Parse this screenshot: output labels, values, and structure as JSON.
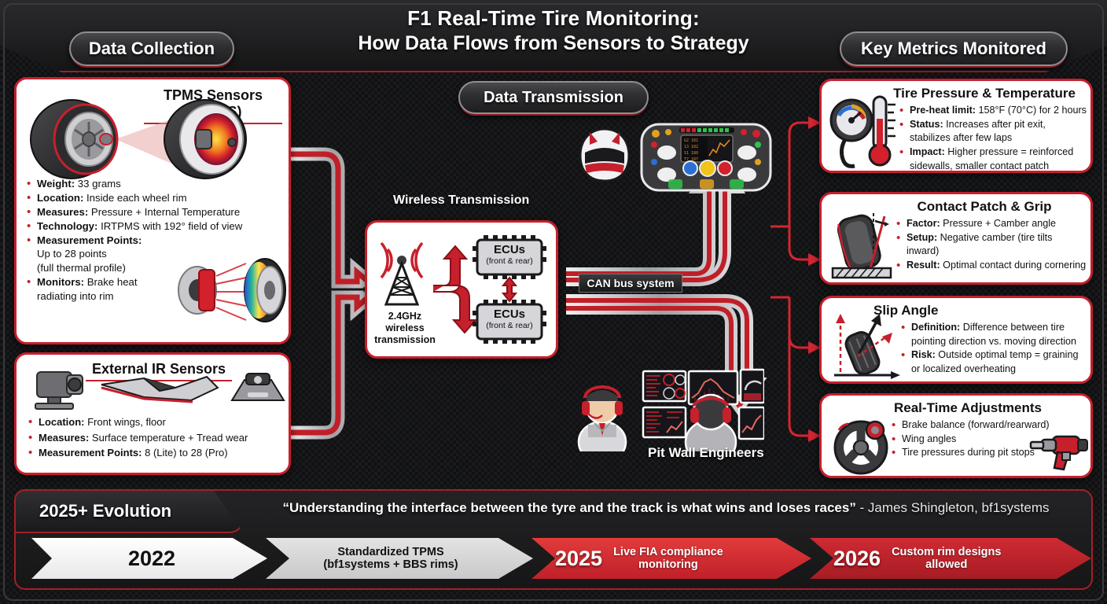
{
  "header": {
    "title_line1": "F1 Real-Time Tire Monitoring:",
    "title_line2": "How Data Flows from Sensors to Strategy"
  },
  "pills": {
    "data_collection": "Data Collection",
    "data_transmission": "Data Transmission",
    "key_metrics": "Key Metrics Monitored"
  },
  "colors": {
    "accent_red": "#c6202c",
    "bright_red": "#e23b3b",
    "panel_white": "#ffffff",
    "background_dark": "#111113"
  },
  "left_column": {
    "tpms_card": {
      "title": "TPMS Sensors (dTPMS)",
      "bullets": [
        {
          "label": "Weight:",
          "text": " 33 grams"
        },
        {
          "label": "Location:",
          "text": " Inside each wheel rim"
        },
        {
          "label": "Measures:",
          "text": " Pressure + Internal Temperature"
        },
        {
          "label": "Technology:",
          "text": " IRTPMS with 192° field of view"
        },
        {
          "label": "Measurement Points:",
          "text": ""
        },
        {
          "label": "",
          "text": "Up to 28 points",
          "cont": true
        },
        {
          "label": "",
          "text": "(full thermal profile)",
          "cont": true
        },
        {
          "label": "Monitors:",
          "text": " Brake heat"
        },
        {
          "label": "",
          "text": "radiating into rim",
          "cont": true
        }
      ]
    },
    "ir_card": {
      "title": "External IR Sensors",
      "bullets": [
        {
          "label": "Location:",
          "text": " Front wings, floor"
        },
        {
          "label": "Measures:",
          "text": " Surface temperature + Tread wear"
        },
        {
          "label": "Measurement Points:",
          "text": " 8 (Lite) to 28 (Pro)"
        }
      ]
    }
  },
  "center_column": {
    "wireless_label": "Wireless Transmission",
    "antenna_caption_l1": "2.4GHz",
    "antenna_caption_l2": "wireless",
    "antenna_caption_l3": "transmission",
    "ecu_top_l1": "ECUs",
    "ecu_top_l2": "(front & rear)",
    "ecu_bottom_l1": "ECUs",
    "ecu_bottom_l2": "(front & rear)",
    "can_bus_label": "CAN bus system",
    "pit_wall_label": "Pit Wall Engineers"
  },
  "metrics": [
    {
      "title": "Tire Pressure & Temperature",
      "icon": "pressure-gauge-thermometer-icon",
      "bullets": [
        {
          "label": "Pre-heat limit:",
          "text": " 158°F (70°C) for 2 hours"
        },
        {
          "label": "Status:",
          "text": " Increases after pit exit,"
        },
        {
          "label": "",
          "text": "stabilizes after few laps",
          "cont": true
        },
        {
          "label": "Impact:",
          "text": " Higher pressure = reinforced"
        },
        {
          "label": "",
          "text": "sidewalls, smaller contact patch",
          "cont": true
        }
      ]
    },
    {
      "title": "Contact Patch & Grip",
      "icon": "camber-tire-icon",
      "bullets": [
        {
          "label": "Factor:",
          "text": " Pressure + Camber angle"
        },
        {
          "label": "Setup:",
          "text": " Negative camber (tire tilts"
        },
        {
          "label": "",
          "text": "inward)",
          "cont": true
        },
        {
          "label": "Result:",
          "text": " Optimal contact during cornering"
        }
      ]
    },
    {
      "title": "Slip Angle",
      "icon": "slip-angle-vectors-icon",
      "bullets": [
        {
          "label": "Definition:",
          "text": " Difference between tire"
        },
        {
          "label": "",
          "text": "pointing direction vs. moving direction",
          "cont": true
        },
        {
          "label": "Risk:",
          "text": " Outside optimal temp = graining"
        },
        {
          "label": "",
          "text": "or localized overheating",
          "cont": true
        }
      ]
    },
    {
      "title": "Real-Time Adjustments",
      "icon": "steering-wheel-icon",
      "bullets": [
        {
          "label": "",
          "text": "Brake balance (forward/rearward)"
        },
        {
          "label": "",
          "text": "Wing angles"
        },
        {
          "label": "",
          "text": "Tire pressures during pit stops"
        }
      ]
    }
  ],
  "evolution": {
    "tab_label": "2025+ Evolution",
    "quote_text": "“Understanding the interface between the tyre and the track is what wins and loses races”",
    "quote_attribution": " - James Shingleton, bf1systems",
    "timeline": [
      {
        "year": "2022",
        "description": ""
      },
      {
        "year": "",
        "description_l1": "Standardized TPMS",
        "description_l2": "(bf1systems + BBS rims)"
      },
      {
        "year": "2025",
        "description_l1": "Live FIA compliance",
        "description_l2": "monitoring"
      },
      {
        "year": "2026",
        "description_l1": "Custom rim designs",
        "description_l2": "allowed"
      }
    ]
  }
}
